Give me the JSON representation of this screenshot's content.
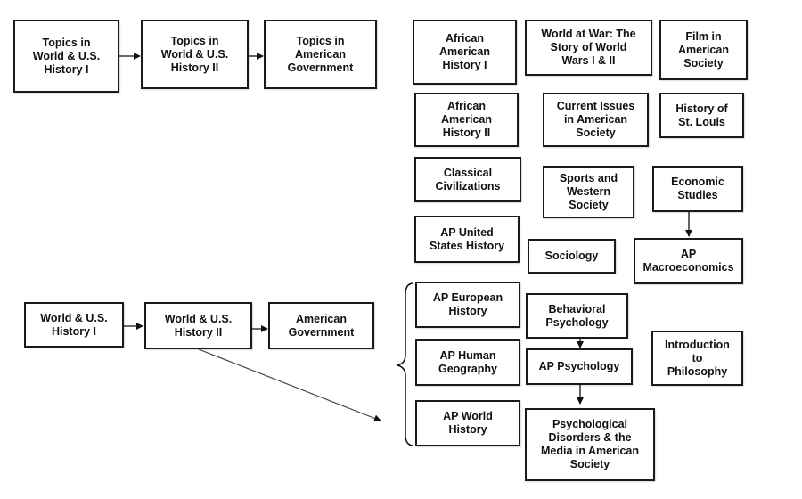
{
  "diagram": {
    "top_sequence": [
      "Topics in\nWorld & U.S.\nHistory I",
      "Topics in\nWorld & U.S.\nHistory II",
      "Topics in\nAmerican\nGovernment"
    ],
    "bottom_sequence": [
      "World & U.S.\nHistory I",
      "World & U.S.\nHistory II",
      "American\nGovernment"
    ],
    "electives": {
      "african_american_1": "African\nAmerican\nHistory I",
      "world_at_war": "World at War: The\nStory of World\nWars I & II",
      "film": "Film in\nAmerican\nSociety",
      "african_american_2": "African\nAmerican\nHistory II",
      "current_issues": "Current Issues\nin American\nSociety",
      "st_louis": "History of\nSt. Louis",
      "classical": "Classical\nCivilizations",
      "sports": "Sports and\nWestern\nSociety",
      "economic": "Economic\nStudies",
      "ap_us": "AP United\nStates History",
      "sociology": "Sociology",
      "ap_macro": "AP\nMacroeconomics"
    },
    "ap_options": {
      "ap_european": "AP European\nHistory",
      "ap_human_geo": "AP Human\nGeography",
      "ap_world": "AP World\nHistory",
      "behavioral_psych": "Behavioral\nPsychology",
      "ap_psych": "AP Psychology",
      "psych_disorders": "Psychological\nDisorders & the\nMedia in American\nSociety",
      "philosophy": "Introduction\nto\nPhilosophy"
    }
  }
}
